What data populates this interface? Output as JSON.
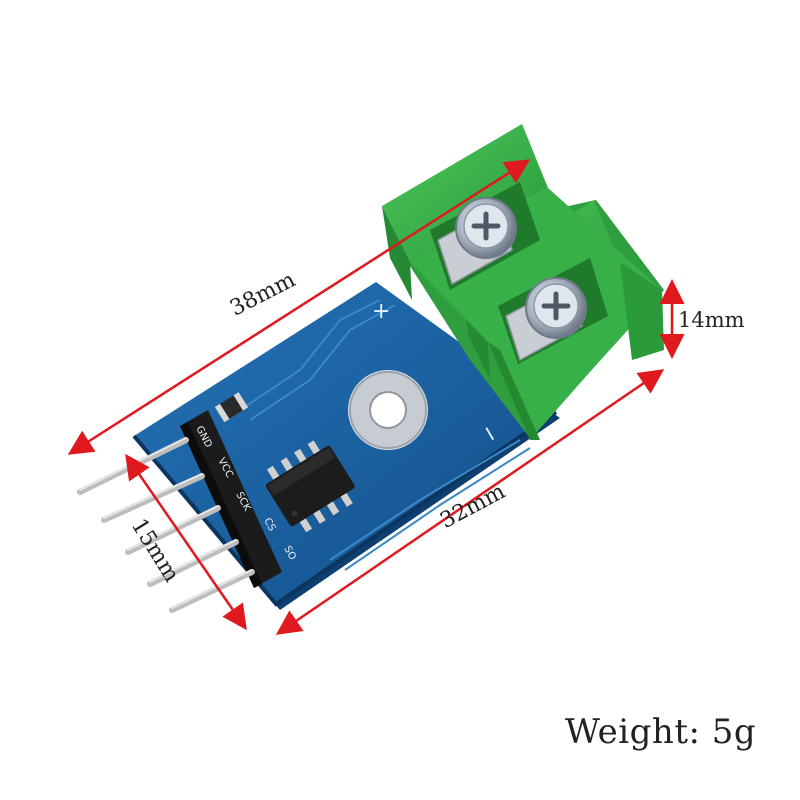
{
  "dimensions": {
    "length_total": "38mm",
    "length_board": "32mm",
    "terminal_height": "14mm",
    "pin_span": "15mm"
  },
  "board": {
    "pin_labels": [
      "GND",
      "VCC",
      "SCK",
      "CS",
      "SO"
    ],
    "plus_mark": "+",
    "minus_mark": "−"
  },
  "weight_text": "Weight:  5g",
  "colors": {
    "pcb": "#1a5fa0",
    "terminal": "#3cb24a",
    "arrow": "#e0191e",
    "pin": "#c9c9c9"
  }
}
